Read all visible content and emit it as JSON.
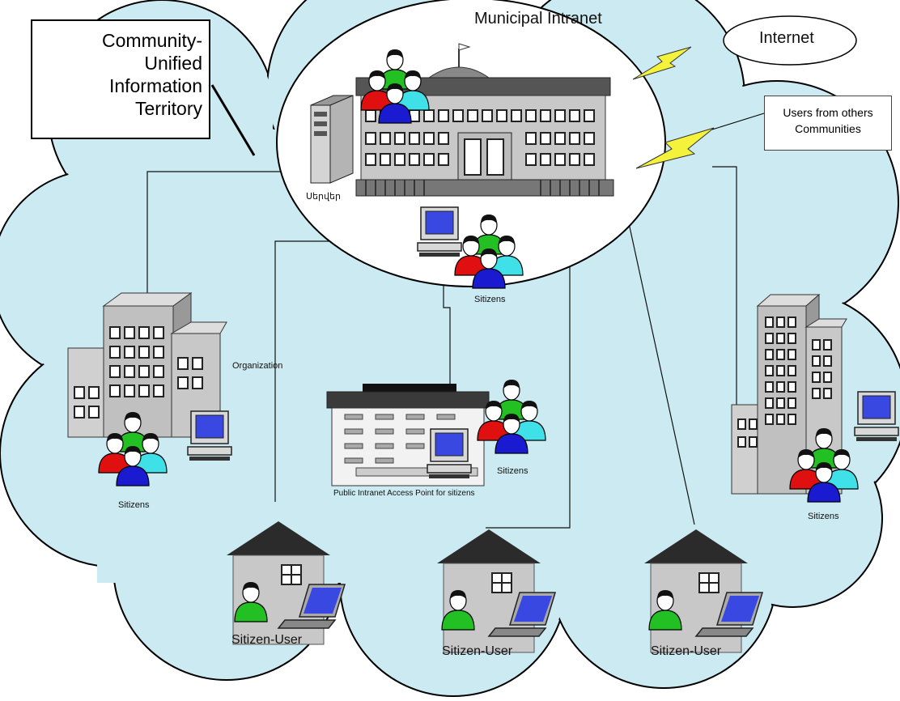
{
  "title_box": {
    "text": "Community-\nUnified\nInformation\nTerritory"
  },
  "intranet_label": "Municipal Intranet",
  "internet_label": "Internet",
  "other_users_label": "Users from others\nCommunities",
  "server_label": "Սերվեր",
  "labels": {
    "sitizens_center": "Sitizens",
    "organization": "Organization",
    "sitizens_left": "Sitizens",
    "access_point": "Public Intranet Access Point for sitizens",
    "sitizens_access": "Sitizens",
    "sitizens_right": "Sitizens",
    "house_1": "Sitizen-User",
    "house_2": "Sitizen-User",
    "house_3": "Sitizen-User"
  },
  "colors": {
    "cloud": "#cbeaf2",
    "building": "#c8c8c8",
    "roof": "#2b2b2b",
    "window": "#444444",
    "person_green": "#22c022",
    "person_red": "#e01010",
    "person_cyan": "#3fe0e8",
    "person_blue": "#1a1ad0",
    "screen": "#3848e0",
    "bolt": "#f4f23a"
  }
}
